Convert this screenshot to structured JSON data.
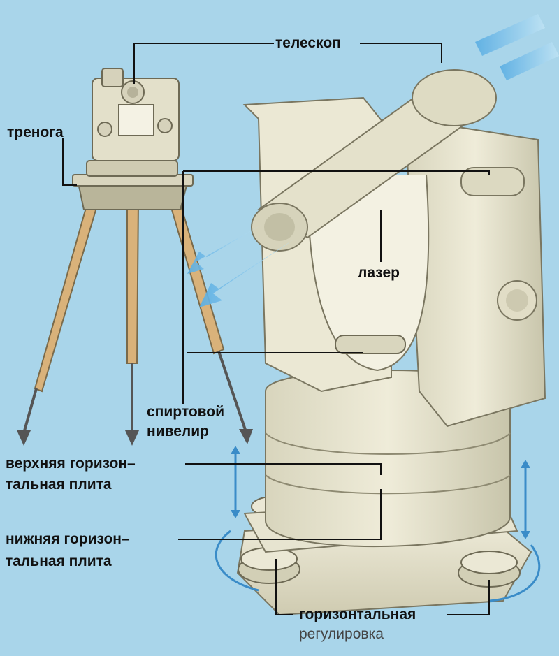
{
  "diagram": {
    "colors": {
      "background": "#a9d5ea",
      "body": "#e6e3cf",
      "body_shadow": "#c9c6ad",
      "tripod_leg": "#d9b27a",
      "laser_beam": "#6fb7e6",
      "leader_line": "#111111"
    },
    "labels": {
      "telescope": "телескоп",
      "tripod": "тренога",
      "laser": "лазер",
      "spirit_level_1": "спиртовой",
      "spirit_level_2": "нивелир",
      "upper_plate_1": "верхняя горизон–",
      "upper_plate_2": "тальная плита",
      "lower_plate_1": "нижняя горизон–",
      "lower_plate_2": "тальная плита",
      "horizontal_adjust_1": "горизонтальная",
      "horizontal_adjust_2": "регулировка"
    }
  }
}
